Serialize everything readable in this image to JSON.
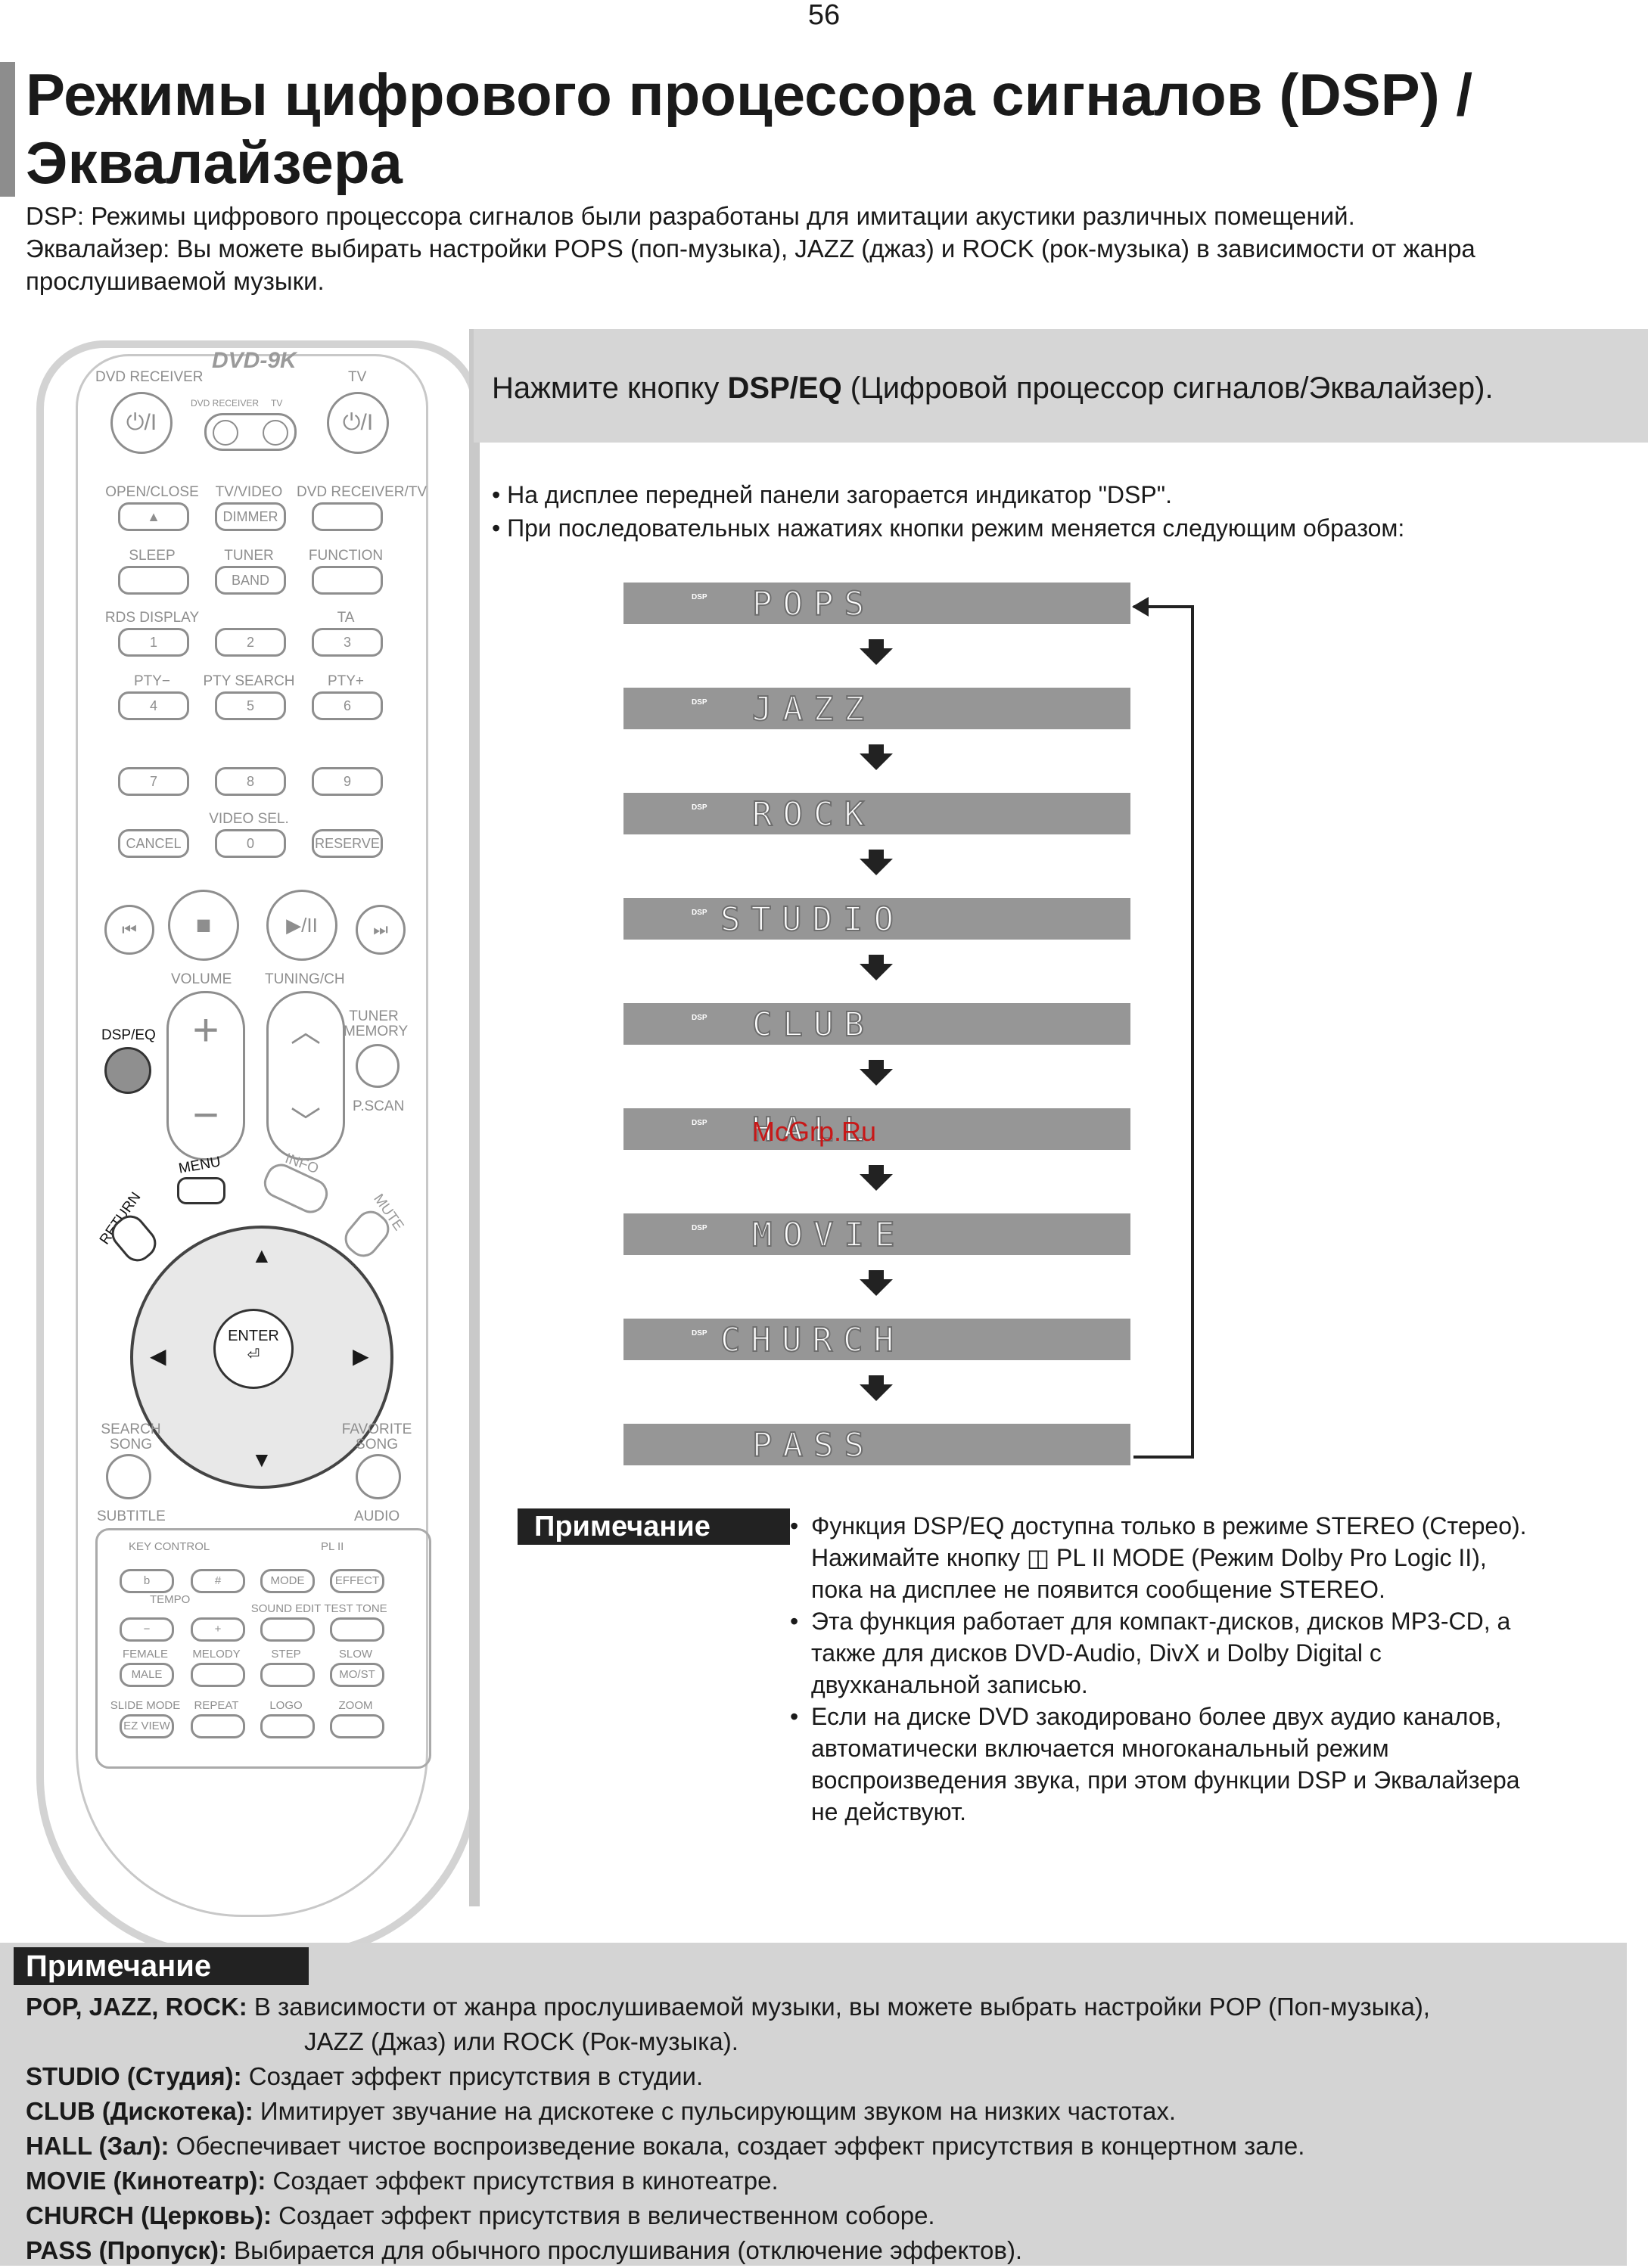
{
  "page_number": "56",
  "title_line1": "Режимы цифрового процессора сигналов (DSP) /",
  "title_line2": "Эквалайзера",
  "intro": [
    "DSP: Режимы цифрового процессора сигналов были разработаны для имитации акустики различных помещений.",
    "Эквалайзер: Вы можете выбирать настройки POPS (поп-музыка), JAZZ (джаз) и ROCK (рок-музыка) в зависимости от жанра",
    "прослушиваемой музыки."
  ],
  "remote": {
    "logo": "DVD-9K",
    "dvd_receiver": "DVD RECEIVER",
    "tv": "TV",
    "switch_left": "DVD RECEIVER",
    "switch_right": "TV",
    "rows": [
      {
        "labels": [
          "OPEN/CLOSE",
          "TV/VIDEO",
          "DVD RECEIVER/TV"
        ],
        "buttons": [
          "▲",
          "DIMMER",
          ""
        ]
      },
      {
        "labels": [
          "SLEEP",
          "TUNER",
          "FUNCTION"
        ],
        "buttons": [
          "",
          "BAND",
          ""
        ]
      },
      {
        "labels": [
          "RDS DISPLAY",
          "",
          "TA"
        ],
        "buttons": [
          "1",
          "2",
          "3"
        ]
      },
      {
        "labels": [
          "PTY−",
          "PTY SEARCH",
          "PTY+"
        ],
        "buttons": [
          "4",
          "5",
          "6"
        ]
      },
      {
        "labels": [
          "",
          "",
          ""
        ],
        "buttons": [
          "7",
          "8",
          "9"
        ]
      },
      {
        "labels": [
          "",
          "VIDEO SEL.",
          ""
        ],
        "buttons": [
          "CANCEL",
          "0",
          "RESERVE"
        ]
      }
    ],
    "transport": [
      "⏮",
      "■",
      "▶/II",
      "⏭"
    ],
    "volume": "VOLUME",
    "tuning": "TUNING/CH",
    "tuner_memory": "TUNER MEMORY",
    "pscan": "P.SCAN",
    "dsp_eq": "DSP/EQ",
    "plus": "+",
    "minus": "−",
    "menu": "MENU",
    "info": "INFO",
    "return": "RETURN",
    "mute": "MUTE",
    "enter": "ENTER",
    "search_song": "SEARCH SONG",
    "favorite_song": "FAVORITE SONG",
    "subtitle": "SUBTITLE",
    "audio": "AUDIO",
    "key_control": "KEY CONTROL",
    "pl2": "PL II",
    "tempo": "TEMPO",
    "lower_rows": [
      {
        "labels": [
          "",
          "",
          "",
          ""
        ],
        "buttons": [
          "b",
          "#",
          "MODE",
          "EFFECT"
        ]
      },
      {
        "labels": [
          "",
          "",
          "SOUND EDIT",
          "TEST TONE"
        ],
        "buttons": [
          "−",
          "+",
          "",
          ""
        ]
      },
      {
        "labels": [
          "FEMALE",
          "MELODY",
          "STEP",
          "SLOW"
        ],
        "buttons": [
          "MALE",
          "",
          "",
          "MO/ST"
        ]
      },
      {
        "labels": [
          "SLIDE MODE",
          "REPEAT",
          "LOGO",
          "ZOOM"
        ],
        "buttons": [
          "EZ VIEW",
          "",
          "",
          ""
        ]
      }
    ]
  },
  "instruction": {
    "prefix": "Нажмите кнопку ",
    "button": "DSP/EQ",
    "suffix": " (Цифровой процессор сигналов/Эквалайзер)."
  },
  "bullets": [
    "•  На дисплее передней панели загорается индикатор \"DSP\".",
    "•  При последовательных нажатиях кнопки режим меняется следующим образом:"
  ],
  "displays": [
    {
      "tag": "DSP",
      "mode": "POPS"
    },
    {
      "tag": "DSP",
      "mode": "JAZZ"
    },
    {
      "tag": "DSP",
      "mode": "ROCK"
    },
    {
      "tag": "DSP",
      "mode": "STUDIO"
    },
    {
      "tag": "DSP",
      "mode": "CLUB"
    },
    {
      "tag": "DSP",
      "mode": "HALL"
    },
    {
      "tag": "DSP",
      "mode": "MOVIE"
    },
    {
      "tag": "DSP",
      "mode": "CHURCH"
    },
    {
      "tag": "",
      "mode": "PASS"
    }
  ],
  "watermark": "McGrp.Ru",
  "note1": {
    "label": "Примечание",
    "b1": "Функция DSP/EQ доступна только в режиме STEREO (Стерео).",
    "b1_cont1": "Нажимайте кнопку  ◫  PL II MODE (Режим Dolby Pro Logic II),",
    "b1_cont2": "пока на дисплее не появится сообщение STEREO.",
    "b2_l1": "Эта функция работает для компакт-дисков, дисков MP3-CD, а",
    "b2_l2": "также для дисков DVD-Audio, DivX и Dolby Digital с",
    "b2_l3": "двухканальной записью.",
    "b3_l1": "Если на диске DVD закодировано более двух аудио каналов,",
    "b3_l2": "автоматически включается многоканальный режим",
    "b3_l3": "воспроизведения звука, при этом функции DSP и Эквалайзера",
    "b3_l4": "не действуют."
  },
  "note2": {
    "label": "Примечание",
    "terms": [
      {
        "term": "POP, JAZZ, ROCK:",
        "desc": " В зависимости от жанра прослушиваемой музыки, вы можете выбрать настройки POP (Поп-музыка),"
      },
      {
        "term": "",
        "desc": "JAZZ (Джаз) или ROCK (Рок-музыка)."
      },
      {
        "term": "STUDIO (Студия):",
        "desc": " Создает эффект присутствия в студии."
      },
      {
        "term": "CLUB (Дискотека):",
        "desc": " Имитирует звучание на дискотеке с пульсирующим звуком на низких частотах."
      },
      {
        "term": "HALL (Зал):",
        "desc": " Обеспечивает чистое воспроизведение вокала, создает эффект присутствия в концертном зале."
      },
      {
        "term": "MOVIE (Кинотеатр):",
        "desc": " Создает эффект присутствия в кинотеатре."
      },
      {
        "term": "CHURCH (Церковь):",
        "desc": " Создает эффект присутствия в величественном соборе."
      },
      {
        "term": "PASS (Пропуск):",
        "desc": " Выбирается для обычного прослушивания (отключение эффектов)."
      }
    ]
  }
}
